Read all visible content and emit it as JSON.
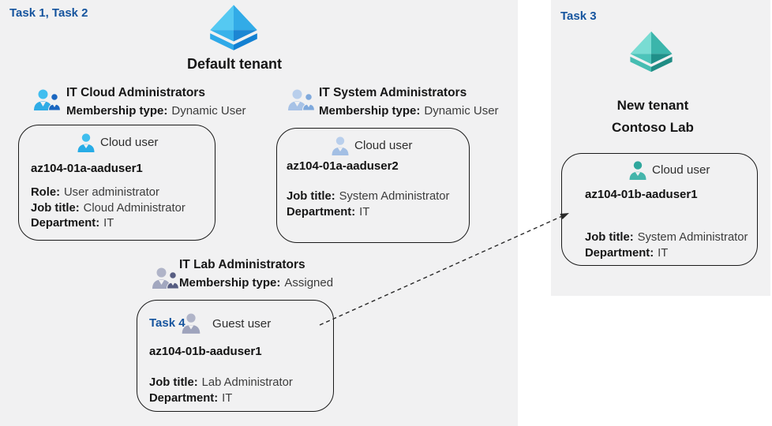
{
  "palette": {
    "page_bg": "#ffffff",
    "panel_bg": "#f1f1f2",
    "task_label_blue": "#15549e",
    "card_border": "#1a1a1a",
    "arrow_color": "#2a2a2a",
    "tenant_icon_blue": [
      "#55c9f2",
      "#38b2ea",
      "#32abe7",
      "#1c86d3",
      "#2fa9e8",
      "#1380d2"
    ],
    "tenant_icon_teal": [
      "#79dcd3",
      "#4cc4ba",
      "#3bb5ab",
      "#1f9089",
      "#46bdb2",
      "#1f8c84"
    ],
    "group_icon_blue": {
      "front": "#2face6",
      "front_head": "#41beef",
      "back": "#1a66c0"
    },
    "group_icon_lightblue": {
      "front": "#a7c2e6",
      "front_head": "#b9cfec",
      "back": "#7fa9dc"
    },
    "group_icon_gray": {
      "front": "#a2a7bf",
      "front_head": "#b0b4c8",
      "back": "#575d82"
    },
    "user_icon_blue": {
      "head": "#3fbeee",
      "body": "#27ace6"
    },
    "user_icon_lightblue": {
      "head": "#b9cfec",
      "body": "#a3bfe4"
    },
    "user_icon_gray": {
      "head": "#b0b4c8",
      "body": "#9ea3bc"
    },
    "user_icon_teal": {
      "head": "#2fa79d",
      "body": "#44b5ab"
    }
  },
  "left": {
    "task_label": "Task 1, Task 2",
    "tenant_name": "Default tenant",
    "groups": [
      {
        "name": "IT Cloud Administrators",
        "membership_label": "Membership type:",
        "membership_value": "Dynamic User"
      },
      {
        "name": "IT System Administrators",
        "membership_label": "Membership type:",
        "membership_value": "Dynamic User"
      },
      {
        "name": "IT Lab Administrators",
        "membership_label": "Membership type:",
        "membership_value": "Assigned"
      }
    ],
    "cards": [
      {
        "user_type": "Cloud user",
        "title": "az104-01a-aaduser1",
        "fields": [
          {
            "label": "Role:",
            "value": "User administrator"
          },
          {
            "label": "Job title:",
            "value": "Cloud Administrator"
          },
          {
            "label": "Department:",
            "value": "IT"
          }
        ]
      },
      {
        "user_type": "Cloud user",
        "title": "az104-01a-aaduser2",
        "fields": [
          {
            "label": "Job title:",
            "value": "System Administrator"
          },
          {
            "label": "Department:",
            "value": "IT"
          }
        ]
      },
      {
        "task_label": "Task 4",
        "user_type": "Guest user",
        "title": "az104-01b-aaduser1",
        "fields": [
          {
            "label": "Job title:",
            "value": "Lab Administrator"
          },
          {
            "label": "Department:",
            "value": "IT"
          }
        ]
      }
    ]
  },
  "right": {
    "task_label": "Task 3",
    "tenant_line1": "New tenant",
    "tenant_line2": "Contoso Lab",
    "card": {
      "user_type": "Cloud user",
      "title": "az104-01b-aaduser1",
      "fields": [
        {
          "label": "Job title:",
          "value": "System Administrator"
        },
        {
          "label": "Department:",
          "value": "IT"
        }
      ]
    }
  }
}
